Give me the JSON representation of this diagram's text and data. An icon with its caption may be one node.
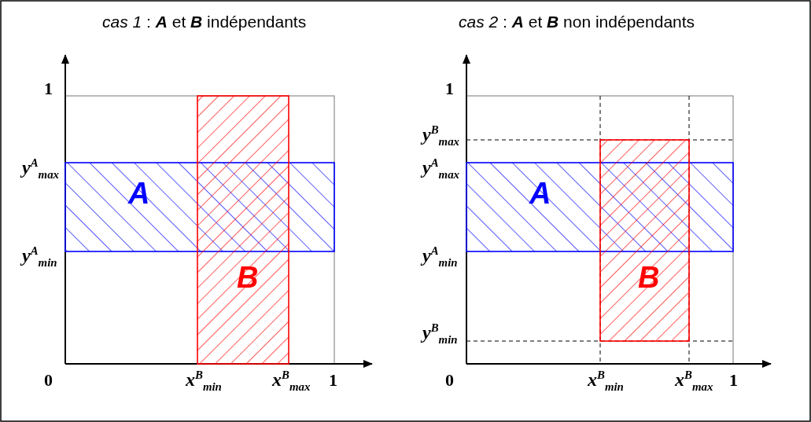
{
  "diagram": {
    "nodes": [
      {
        "text": [
          "A"
        ]
      },
      {
        "text": [
          "B"
        ]
      },
      {
        "text": [
          "A"
        ]
      },
      {
        "text": [
          "B"
        ]
      }
    ],
    "labels": [
      "*cas 1* : **A** et **B** indépendants",
      "*cas 2* : **A** et **B** non indépendants",
      "1",
      "y$^{A}$$_{max}$",
      "y$^{A}$$_{min}$",
      "0",
      "x$^{B}$$_{min}$",
      "x$^{B}$$_{max}$",
      "1",
      "1",
      "y$^{B}$$_{max}$",
      "y$^{A}$$_{max}$",
      "y$^{A}$$_{min}$",
      "y$^{B}$$_{min}$",
      "0",
      "x$^{B}$$_{min}$",
      "x$^{B}$$_{max}$",
      "1"
    ]
  }
}
